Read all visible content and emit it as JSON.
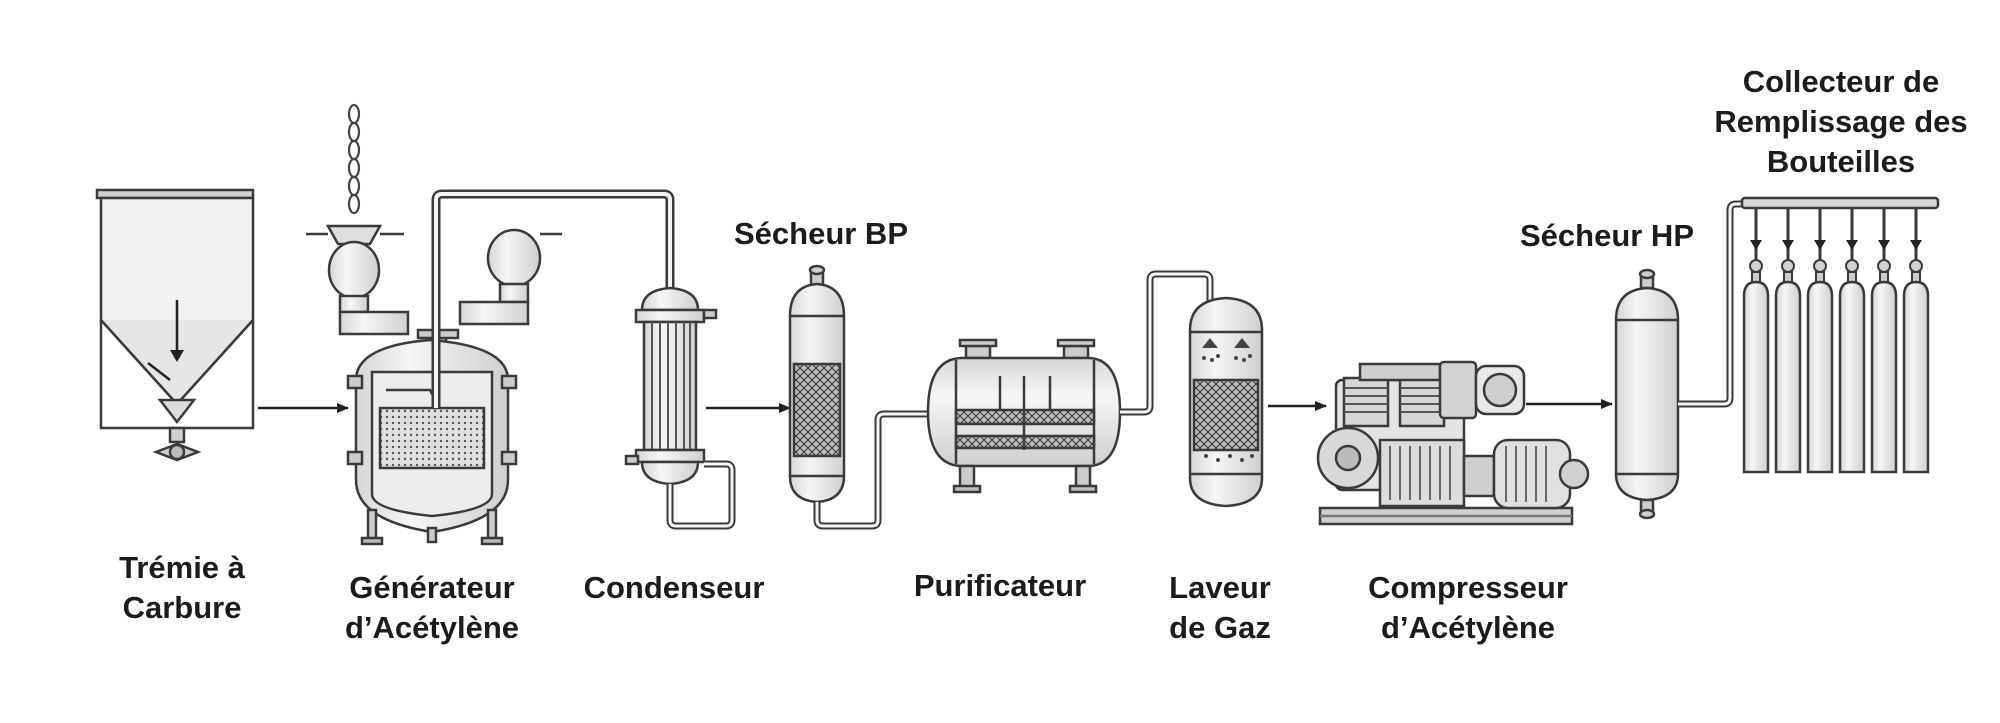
{
  "labels": {
    "hopper": [
      "Trémie à",
      "Carbure"
    ],
    "generator": [
      "Générateur",
      "d’Acétylène"
    ],
    "condenser": [
      "Condenseur"
    ],
    "lp_dryer": [
      "Sécheur BP"
    ],
    "purifier": [
      "Purificateur"
    ],
    "scrubber": [
      "Laveur",
      "de Gaz"
    ],
    "compressor": [
      "Compresseur",
      "d’Acétylène"
    ],
    "hp_dryer": [
      "Sécheur HP"
    ],
    "manifold": [
      "Collecteur de",
      "Remplissage des",
      "Bouteilles"
    ]
  },
  "colors": {
    "line": "#3a3a3a",
    "fill_light": "#eeeeee",
    "fill_mid": "#d8d8d8",
    "label": "#1c1c1c"
  },
  "manifold_cylinder_count": 6
}
